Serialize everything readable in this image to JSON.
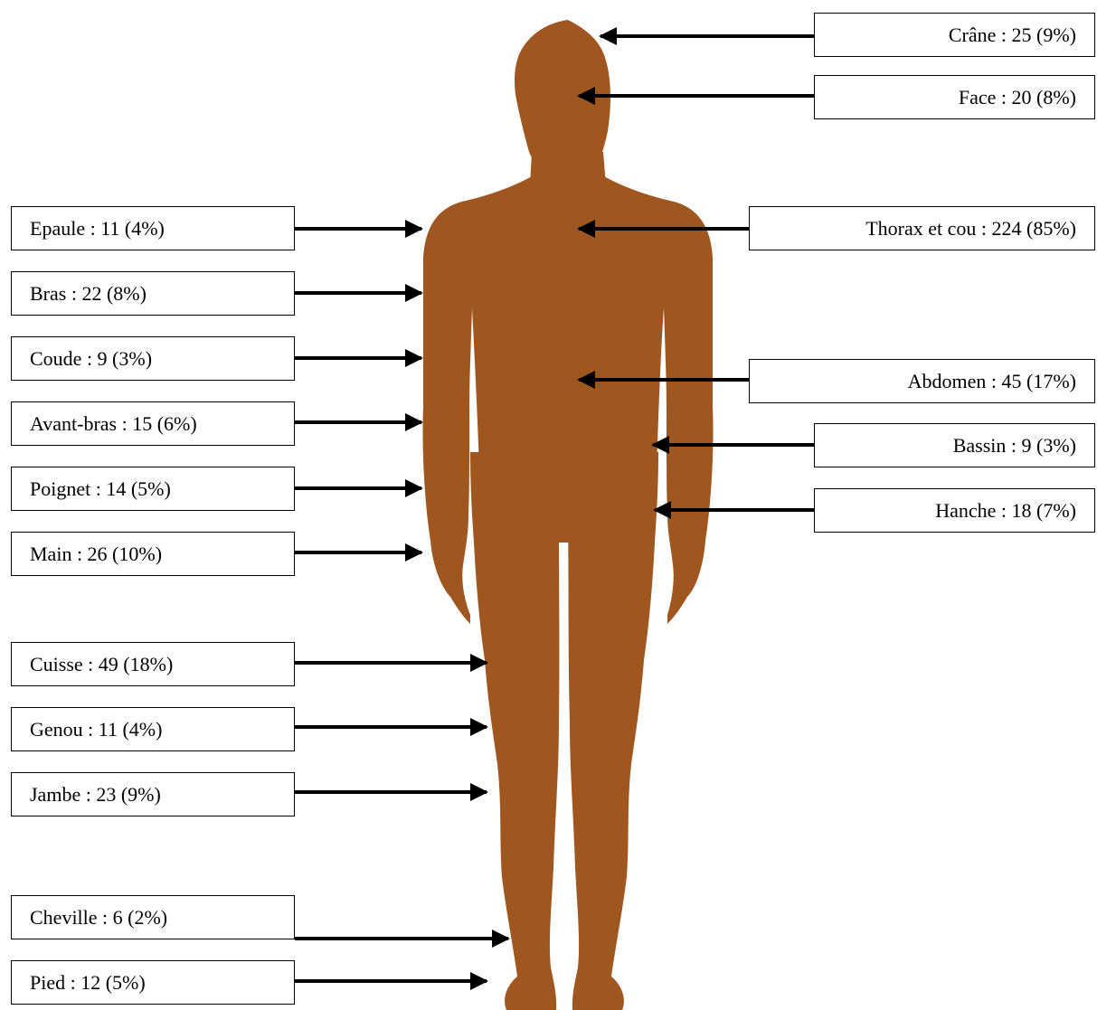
{
  "labels": {
    "crane": "Crâne : 25 (9%)",
    "face": "Face : 20 (8%)",
    "thorax_cou": "Thorax et cou : 224 (85%)",
    "abdomen": "Abdomen : 45 (17%)",
    "bassin": "Bassin : 9 (3%)",
    "hanche": "Hanche : 18 (7%)",
    "epaule": "Epaule : 11 (4%)",
    "bras": "Bras : 22 (8%)",
    "coude": "Coude : 9 (3%)",
    "avant_bras": "Avant-bras : 15 (6%)",
    "poignet": "Poignet : 14 (5%)",
    "main": "Main : 26 (10%)",
    "cuisse": "Cuisse : 49 (18%)",
    "genou": "Genou : 11 (4%)",
    "jambe": "Jambe : 23 (9%)",
    "cheville": "Cheville : 6 (2%)",
    "pied": "Pied : 12 (5%)"
  },
  "colors": {
    "body_silhouette": "#A0571F",
    "arrows": "#000000",
    "box_border": "#000000"
  }
}
